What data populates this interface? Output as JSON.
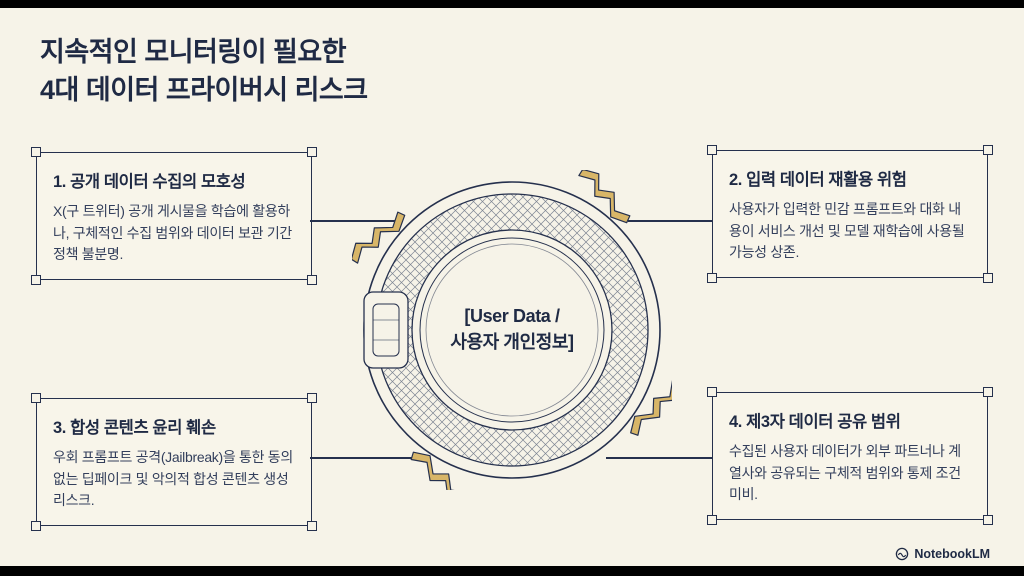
{
  "page": {
    "title_line1": "지속적인 모니터링이 필요한",
    "title_line2": "4대 데이터 프라이버시 리스크"
  },
  "boxes": [
    {
      "title": "1. 공개 데이터 수집의 모호성",
      "body": "X(구 트위터) 공개 게시물을 학습에 활용하나, 구체적인 수집 범위와 데이터 보관 기간 정책 불분명."
    },
    {
      "title": "2. 입력 데이터 재활용 위험",
      "body": "사용자가 입력한 민감 프롬프트와 대화 내용이 서비스 개선 및 모델 재학습에 사용될 가능성 상존."
    },
    {
      "title": "3. 합성 콘텐츠 윤리 훼손",
      "body": "우회 프롬프트 공격(Jailbreak)을 통한 동의 없는 딥페이크 및 악의적 합성 콘텐츠 생성 리스크."
    },
    {
      "title": "4. 제3자 데이터 공유 범위",
      "body": "수집된 사용자 데이터가 외부 파트너나 계열사와 공유되는 구체적 범위와 통제 조건 미비."
    }
  ],
  "center": {
    "label_line1": "[User Data /",
    "label_line2": "사용자 개인정보]"
  },
  "footer": {
    "brand": "NotebookLM"
  },
  "colors": {
    "background": "#f6f3e8",
    "ink": "#1f2a44",
    "box_border": "#25304d",
    "crack_gold": "#d8b668",
    "letterbox": "#000000"
  }
}
